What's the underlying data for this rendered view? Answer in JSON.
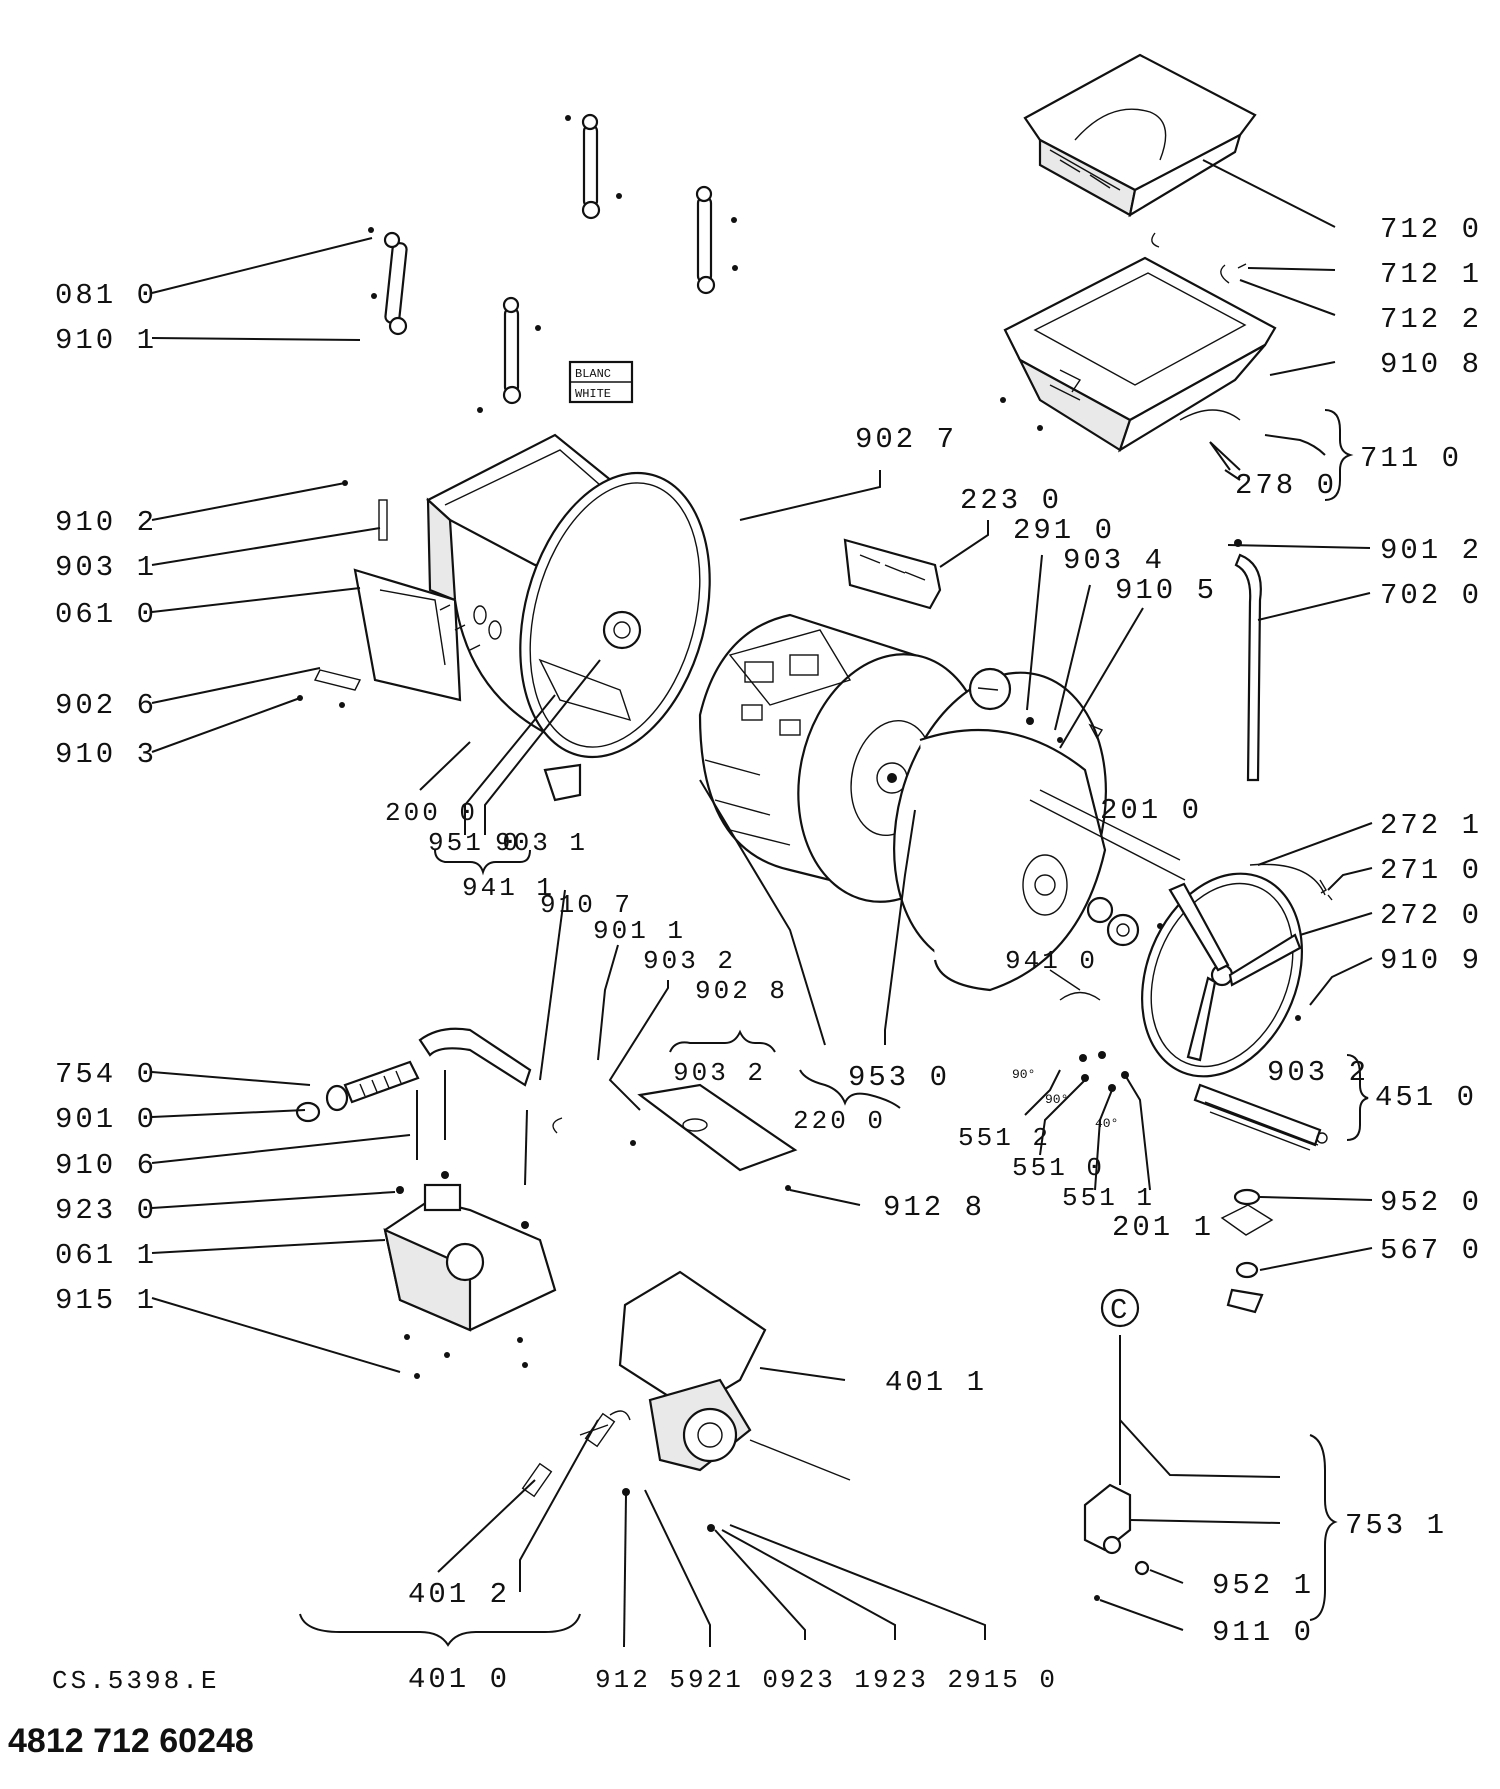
{
  "labels": {
    "l7120": "712 0",
    "l7121": "712 1",
    "l7122": "712 2",
    "l9108": "910 8",
    "l7110": "711 0",
    "l2780": "278 0",
    "l0810": "081 0",
    "l9101": "910 1",
    "l9027": "902 7",
    "l2230": "223 0",
    "l2910": "291 0",
    "l9034": "903 4",
    "l9105": "910 5",
    "l9012": "901 2",
    "l7020": "702 0",
    "l9102": "910 2",
    "l9031": "903 1",
    "l0610": "061 0",
    "l9026": "902 6",
    "l9103": "910 3",
    "l2000": "200 0",
    "l9510": "951 0",
    "l9031b": "903 1",
    "l9411": "941 1",
    "l9107": "910 7",
    "l9011": "901 1",
    "l9032a": "903 2",
    "l9028": "902 8",
    "l9032b": "903 2",
    "l2010": "201 0",
    "l2721": "272 1",
    "l2710": "271 0",
    "l2720": "272 0",
    "l9109": "910 9",
    "l9410": "941 0",
    "l9530": "953 0",
    "l2200": "220 0",
    "l9032c": "903 2",
    "l4510": "451 0",
    "l7540": "754 0",
    "l9010": "901 0",
    "l9106": "910 6",
    "l9230": "923 0",
    "l0611": "061 1",
    "l9151": "915 1",
    "l9128": "912 8",
    "l5512": "551 2",
    "l5510": "551 0",
    "l5511": "551 1",
    "l2011": "201 1",
    "l9520": "952 0",
    "l5670": "567 0",
    "l4011": "401 1",
    "l7531": "753 1",
    "l9521": "952 1",
    "l9110": "911 0",
    "l4012": "401 2",
    "l4010": "401 0",
    "l9125": "912 5",
    "l9210": "921 0",
    "l9231": "923 1",
    "l9232": "923 2",
    "l9150": "915 0"
  },
  "tags": {
    "blanc": "BLANC",
    "white": "WHITE",
    "circle_c": "C"
  },
  "footer": {
    "code": "CS.5398.E",
    "part_number": "4812 712 60248"
  }
}
